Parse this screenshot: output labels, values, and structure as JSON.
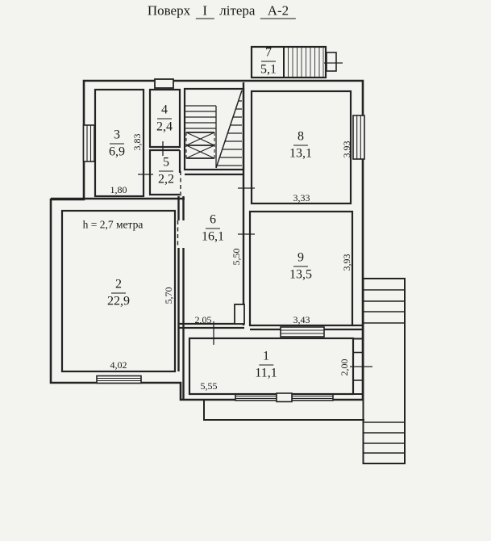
{
  "title": {
    "word1": "Поверх",
    "floor": "І",
    "word2": "літера",
    "letter": "А-2"
  },
  "note_height": "h = 2,7 метра",
  "rooms": {
    "r1": {
      "num": "1",
      "area": "11,1"
    },
    "r2": {
      "num": "2",
      "area": "22,9"
    },
    "r3": {
      "num": "3",
      "area": "6,9"
    },
    "r4": {
      "num": "4",
      "area": "2,4"
    },
    "r5": {
      "num": "5",
      "area": "2,2"
    },
    "r6": {
      "num": "6",
      "area": "16,1"
    },
    "r7": {
      "num": "7",
      "area": "5,1"
    },
    "r8": {
      "num": "8",
      "area": "13,1"
    },
    "r9": {
      "num": "9",
      "area": "13,5"
    }
  },
  "dims": {
    "room3_w": "1,80",
    "room3_h": "3,83",
    "room8_w": "3,33",
    "room8_h": "3,93",
    "room9_w": "3,43",
    "room9_h": "3,93",
    "hall_h": "5,50",
    "hall_w": "2,05",
    "room2_w": "4,02",
    "room2_h": "5,70",
    "room1_w": "5,55",
    "room1_door": "2,00"
  },
  "colors": {
    "paper": "#f3f4f0",
    "ink": "#232323"
  }
}
